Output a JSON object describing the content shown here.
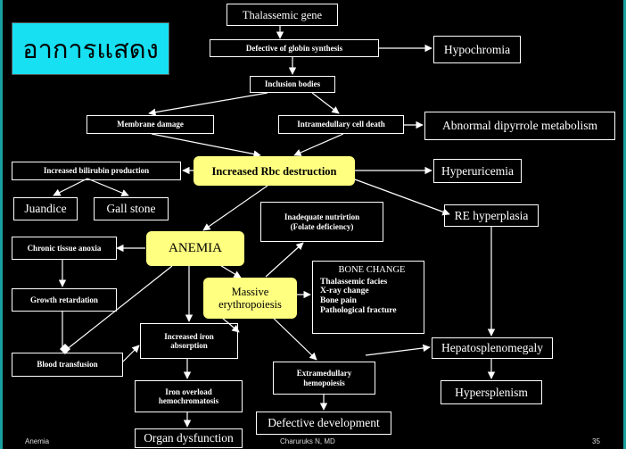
{
  "title": "อาการแสดง",
  "nodes": {
    "thalassemic_gene": "Thalassemic gene",
    "defective_globin": "Defective of globin synthesis",
    "hypochromia": "Hypochromia",
    "inclusion_bodies": "Inclusion bodies",
    "membrane_damage": "Membrane damage",
    "intramedullary": "Intramedullary cell death",
    "abnormal_dipyrrole": "Abnormal dipyrrole metabolism",
    "increased_bilirubin": "Increased bilirubin production",
    "increased_rbc": "Increased Rbc destruction",
    "hyperuricemia": "Hyperuricemia",
    "juandice": "Juandice",
    "gall_stone": "Gall stone",
    "re_hyperplasia": "RE hyperplasia",
    "inadequate_nutrition_1": "Inadequate nutrirtion",
    "inadequate_nutrition_2": "(Folate deficiency)",
    "chronic_anoxia": "Chronic tissue anoxia",
    "anemia": "ANEMIA",
    "growth_retardation": "Growth retardation",
    "massive_1": "Massive",
    "massive_2": "erythropoiesis",
    "blood_transfusion": "Blood transfusion",
    "increased_iron_1": "Increased iron",
    "increased_iron_2": "absorption",
    "iron_overload_1": "Iron overload",
    "iron_overload_2": "hemochromatosis",
    "organ_dysfunction": "Organ dysfunction",
    "extramedullary_1": "Extramedullary",
    "extramedullary_2": "hemopoiesis",
    "defective_development": "Defective development",
    "hepatosplenomegaly": "Hepatosplenomegaly",
    "hypersplenism": "Hypersplenism"
  },
  "bone_change": {
    "heading": "BONE CHANGE",
    "items": [
      "Thalassemic facies",
      "X-ray change",
      "Bone pain",
      "Pathological fracture"
    ]
  },
  "footer": {
    "left": "Anemia",
    "center": "Charuruks N, MD",
    "right": "35"
  },
  "colors": {
    "background": "#000000",
    "title_bg": "#17e0f2",
    "highlight": "#ffff80",
    "line": "#ffffff",
    "frame": "#18a0a0"
  }
}
